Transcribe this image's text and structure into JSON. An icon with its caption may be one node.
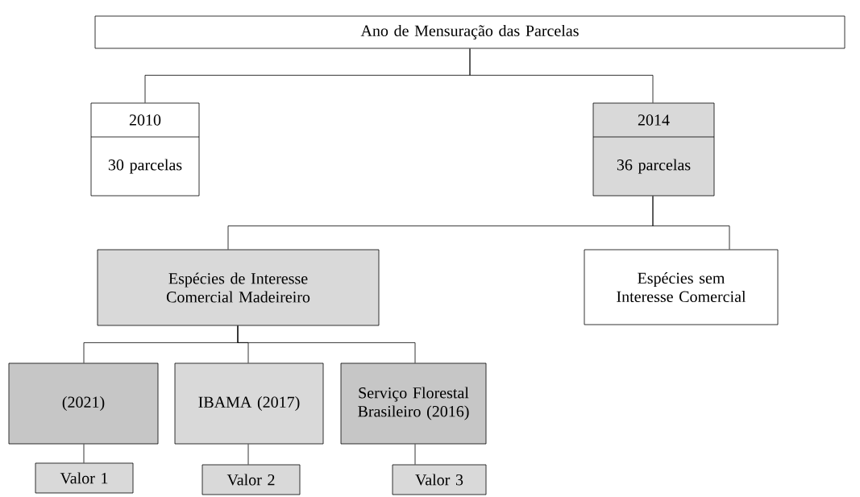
{
  "diagram": {
    "nodes": [
      {
        "text": [
          "Ano de Mensuração das Parcelas"
        ]
      },
      {
        "text": [
          "2010",
          "30 parcelas"
        ]
      },
      {
        "text": [
          "2014",
          "36 parcelas"
        ]
      },
      {
        "text": [
          "Espécies de Interesse Comercial Madeireiro"
        ]
      },
      {
        "text": [
          "Espécies sem Interesse Comercial"
        ]
      },
      {
        "text": [
          "(2021)"
        ]
      },
      {
        "text": [
          "IBAMA (2017)"
        ]
      },
      {
        "text": [
          "Serviço Florestal Brasileiro (2016)"
        ]
      },
      {
        "text": [
          "Valor 1"
        ]
      },
      {
        "text": [
          "Valor 2"
        ]
      },
      {
        "text": [
          "Valor 3"
        ]
      }
    ],
    "edges": [
      {
        "from": 0,
        "to": 1,
        "arrow": "none"
      },
      {
        "from": 0,
        "to": 2,
        "arrow": "none"
      },
      {
        "from": 2,
        "to": 3,
        "arrow": "none"
      },
      {
        "from": 2,
        "to": 4,
        "arrow": "none"
      },
      {
        "from": 3,
        "to": 5,
        "arrow": "none"
      },
      {
        "from": 3,
        "to": 6,
        "arrow": "none"
      },
      {
        "from": 3,
        "to": 7,
        "arrow": "none"
      },
      {
        "from": 5,
        "to": 8,
        "arrow": "none"
      },
      {
        "from": 6,
        "to": 9,
        "arrow": "none"
      },
      {
        "from": 7,
        "to": 10,
        "arrow": "none"
      }
    ]
  }
}
